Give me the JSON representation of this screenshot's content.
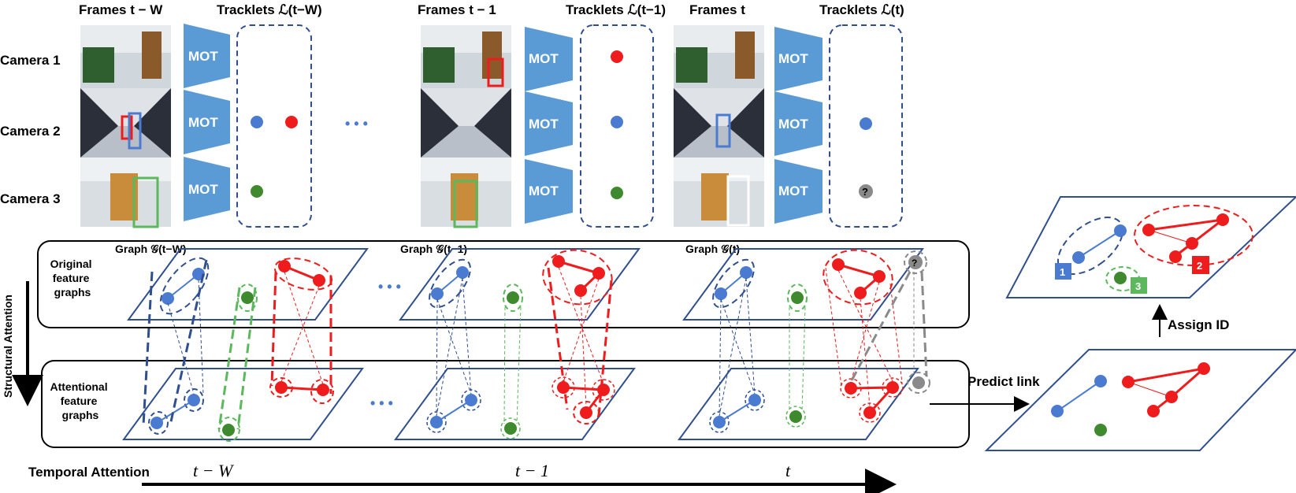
{
  "header": {
    "frames_tw": "Frames t − W",
    "tracklets_tw": "Tracklets ℒ(t−W)",
    "frames_t1": "Frames t − 1",
    "tracklets_t1": "Tracklets ℒ(t−1)",
    "frames_t": "Frames t",
    "tracklets_t": "Tracklets ℒ(t)"
  },
  "cameras": [
    "Camera 1",
    "Camera 2",
    "Camera 3"
  ],
  "mot_label": "MOT",
  "ellipsis": "• • •",
  "unknown_marker": "?",
  "graphs": {
    "title_tw": "Graph 𝒢(t−W)",
    "title_t1": "Graph 𝒢(t−1)",
    "title_t": "Graph 𝒢(t)",
    "original_label": [
      "Original",
      "feature",
      "graphs"
    ],
    "attentional_label": [
      "Attentional",
      "feature",
      "graphs"
    ]
  },
  "axes": {
    "structural_attention": "Structural Attention",
    "temporal_attention": "Temporal Attention",
    "time_tw": "t − W",
    "time_t1": "t − 1",
    "time_t": "t"
  },
  "right_panel": {
    "predict_link": "Predict link",
    "assign_id": "Assign ID",
    "id_badges": [
      "1",
      "2",
      "3"
    ]
  },
  "colors": {
    "blue": "#4a7bd0",
    "red": "#ee1c1c",
    "green": "#3f8a2e",
    "gray": "#8a8a8a",
    "mot_blue": "#5b9bd5",
    "plane_stroke": "#2f4f8f",
    "dashed_frame": "#2f4f8f"
  }
}
